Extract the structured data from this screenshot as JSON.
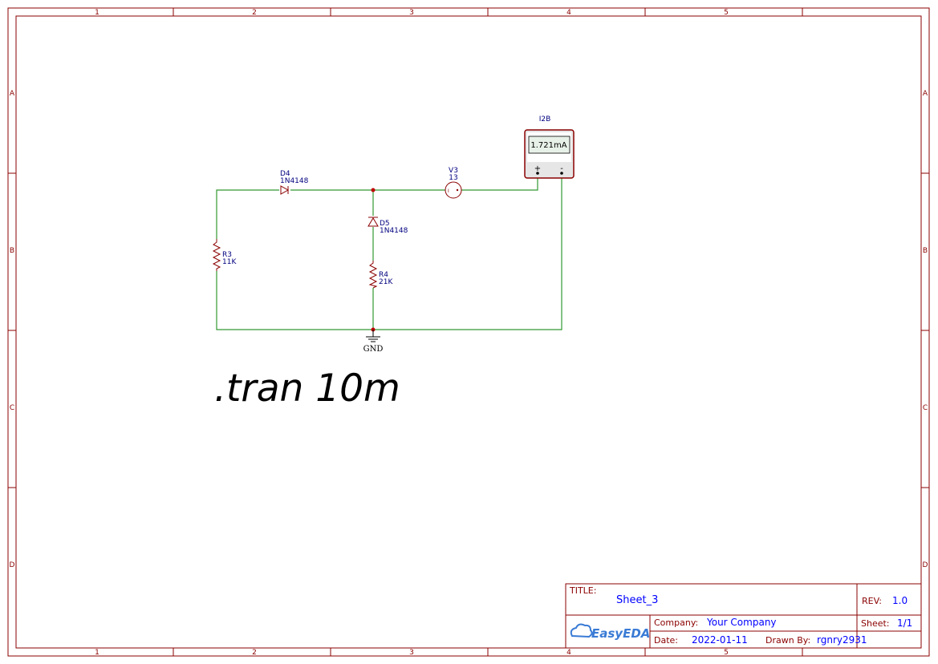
{
  "frame": {
    "columns": [
      "1",
      "2",
      "3",
      "4",
      "5"
    ],
    "rows": [
      "A",
      "B",
      "C",
      "D"
    ]
  },
  "components": {
    "d4": {
      "ref": "D4",
      "value": "1N4148"
    },
    "d5": {
      "ref": "D5",
      "value": "1N4148"
    },
    "r3": {
      "ref": "R3",
      "value": "11K"
    },
    "r4": {
      "ref": "R4",
      "value": "21K"
    },
    "v3": {
      "ref": "V3",
      "value": "13",
      "symbol_text": "I"
    },
    "ammeter": {
      "ref": "I2B",
      "reading": "1.721mA",
      "plus": "+",
      "minus": "-"
    },
    "gnd": {
      "label": "GND"
    }
  },
  "directive": ".tran 10m",
  "title_block": {
    "title_label": "TITLE:",
    "title_value": "Sheet_3",
    "rev_label": "REV:",
    "rev_value": "1.0",
    "company_label": "Company:",
    "company_value": "Your Company",
    "sheet_label": "Sheet:",
    "sheet_value": "1/1",
    "date_label": "Date:",
    "date_value": "2022-01-11",
    "drawn_by_label": "Drawn By:",
    "drawn_by_value": "rgnry2931",
    "logo_text": "EasyEDA"
  },
  "colors": {
    "frame": "#8b0000",
    "wire": "#339933",
    "label": "#000080",
    "value_text": "#0000ff",
    "junction": "#c00000"
  }
}
